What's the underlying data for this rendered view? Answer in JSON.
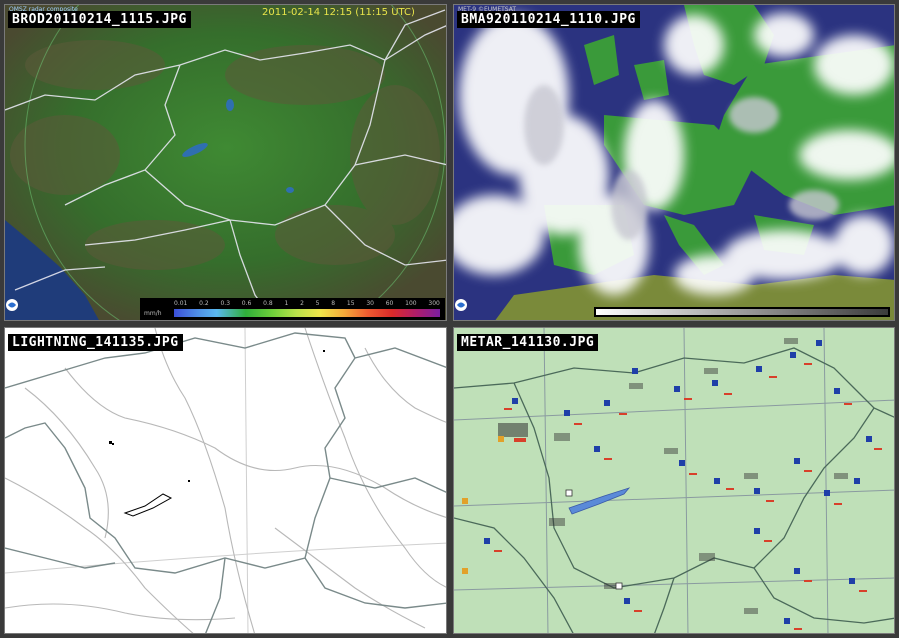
{
  "panels": {
    "radar": {
      "filename": "BROD20110214_1115.JPG",
      "timestamp": "2011-02-14 12:15 (11:15 UTC)",
      "colorbar_unit": "mm/h",
      "colorbar_ticks": [
        "0.01",
        "0.2",
        "0.3",
        "0.6",
        "0.8",
        "1",
        "2",
        "5",
        "8",
        "15",
        "30",
        "60",
        "100",
        "300"
      ]
    },
    "satellite": {
      "filename": "BMA920110214_1110.JPG"
    },
    "lightning": {
      "filename": "LIGHTNING_141135.JPG"
    },
    "metar": {
      "filename": "METAR_141130.JPG"
    }
  },
  "colors": {
    "radar_land": "#2f5a2a",
    "satellite_sea": "#2b3380",
    "metar_background": "#bfe0b8",
    "timestamp_text": "#e8e54a",
    "label_background": "#000000"
  },
  "icons": {
    "radar_logo": "omsz-logo-icon",
    "satellite_logo": "eumetsat-logo-icon"
  }
}
